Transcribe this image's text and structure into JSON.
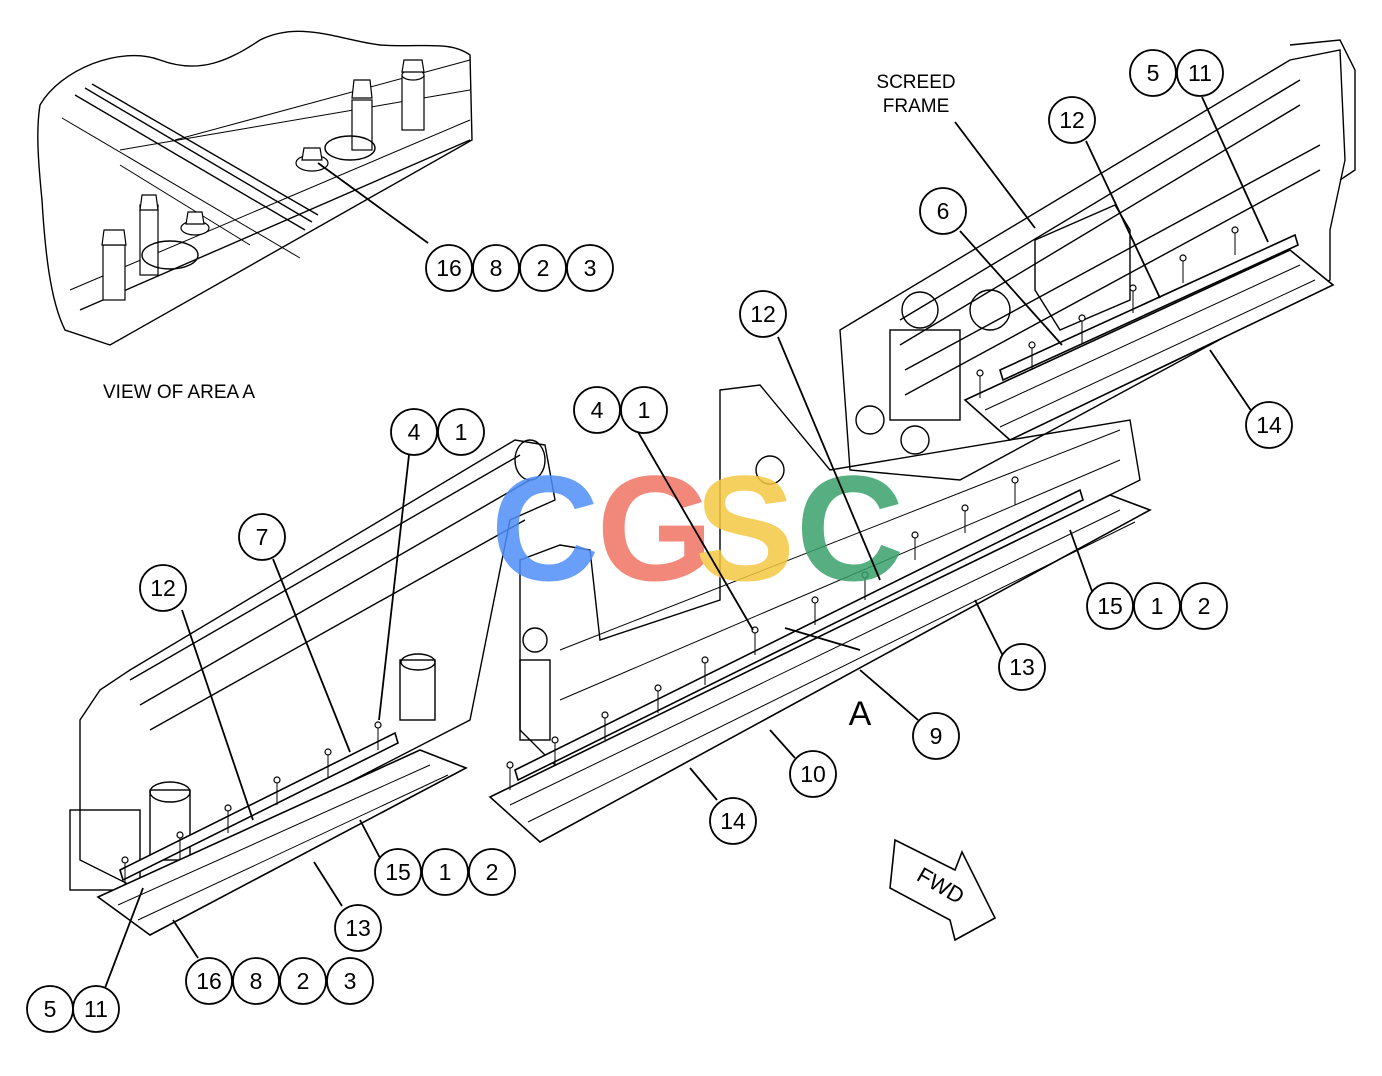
{
  "view_caption": "VIEW OF AREA A",
  "frame_label_line1": "SCREED",
  "frame_label_line2": "FRAME",
  "area_marker": "A",
  "fwd_label": "FWD",
  "watermark": "CGSC",
  "colors": {
    "watermark_c1": "#4f8ff7",
    "watermark_g": "#f07462",
    "watermark_s": "#f5c842",
    "watermark_c2": "#3aa16b",
    "line": "#000000"
  },
  "callouts": {
    "inset_group": [
      "16",
      "8",
      "2",
      "3"
    ],
    "top_right_5_11": [
      "5",
      "11"
    ],
    "top_right_12": "12",
    "top_right_6": "6",
    "top_right_14": "14",
    "center_12": "12",
    "center_4_1": [
      "4",
      "1"
    ],
    "right_15_1_2": [
      "15",
      "1",
      "2"
    ],
    "right_13": "13",
    "center_9": "9",
    "center_10": "10",
    "center_14": "14",
    "left_4_1": [
      "4",
      "1"
    ],
    "left_7": "7",
    "left_12": "12",
    "left_15_1_2": [
      "15",
      "1",
      "2"
    ],
    "left_13": "13",
    "bottom_16_8_2_3": [
      "16",
      "8",
      "2",
      "3"
    ],
    "bottom_5_11": [
      "5",
      "11"
    ]
  }
}
